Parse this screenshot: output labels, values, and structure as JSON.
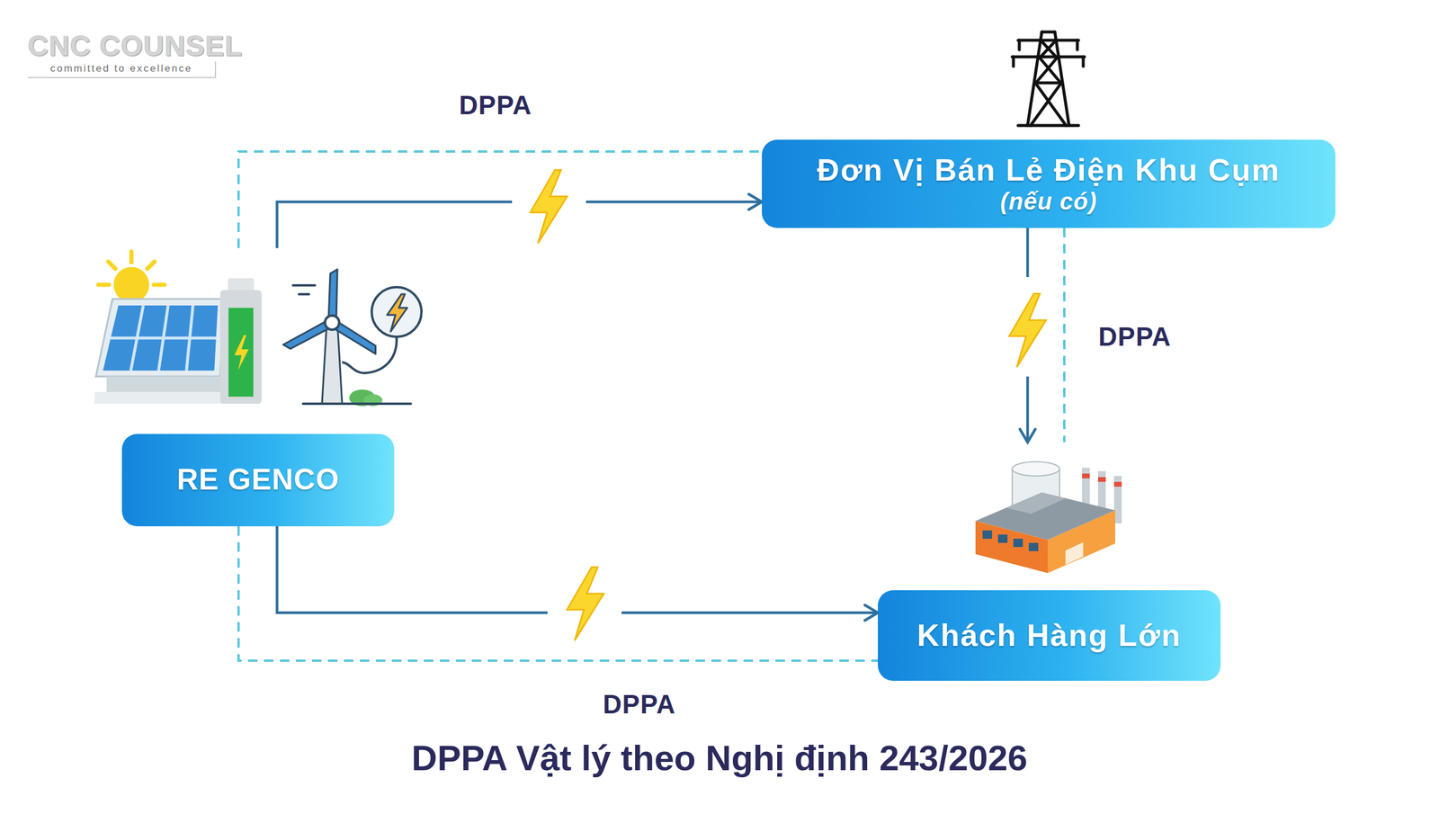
{
  "diagram": {
    "caption": "DPPA Vật lý theo Nghị định 243/2026",
    "nodes": [
      {
        "text": [
          "Đơn Vị Bán Lẻ Điện Khu Cụm",
          "(nếu có)"
        ]
      },
      {
        "text": [
          "RE GENCO"
        ]
      },
      {
        "text": [
          "Khách Hàng Lớn"
        ]
      }
    ],
    "edges": [
      {
        "from": 1,
        "to": 0,
        "arrow": "to"
      },
      {
        "from": 1,
        "to": 0,
        "label": "DPPA",
        "arrow": "none"
      },
      {
        "from": 0,
        "to": 2,
        "arrow": "to"
      },
      {
        "from": 0,
        "to": 2,
        "label": "DPPA",
        "arrow": "none"
      },
      {
        "from": 1,
        "to": 2,
        "arrow": "to"
      },
      {
        "from": 1,
        "to": 2,
        "label": "DPPA",
        "arrow": "none"
      }
    ],
    "labels": [
      "CNC COUNSEL",
      "committed to excellence"
    ]
  }
}
